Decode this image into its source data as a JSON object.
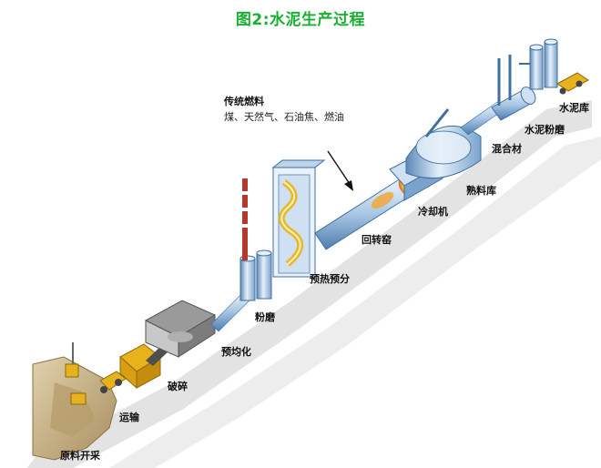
{
  "title": "图2:水泥生产过程",
  "fuel": {
    "heading": "传统燃料",
    "description": "煤、天然气、石油焦、燃油"
  },
  "stages": {
    "quarry": "原料开采",
    "transport": "运输",
    "crushing": "破碎",
    "homogenization": "预均化",
    "raw_grinding": "粉磨",
    "preheating": "预热预分",
    "kiln": "回转窑",
    "cooler": "冷却机",
    "clinker_store": "熟料库",
    "mixing": "混合材",
    "cement_grinding": "水泥粉磨",
    "cement_silo": "水泥库"
  },
  "colors": {
    "title": "#18b030",
    "equipment_light": "#dbe9f7",
    "equipment_mid": "#8fb3d9",
    "equipment_dark": "#3f6f9f",
    "rock": "#c9b48a",
    "machine_yellow": "#e8b21c",
    "shadow": "#cfcfcf",
    "flame": "#f2a531"
  },
  "icons": {
    "fuel_arrow": "arrow-icon"
  }
}
